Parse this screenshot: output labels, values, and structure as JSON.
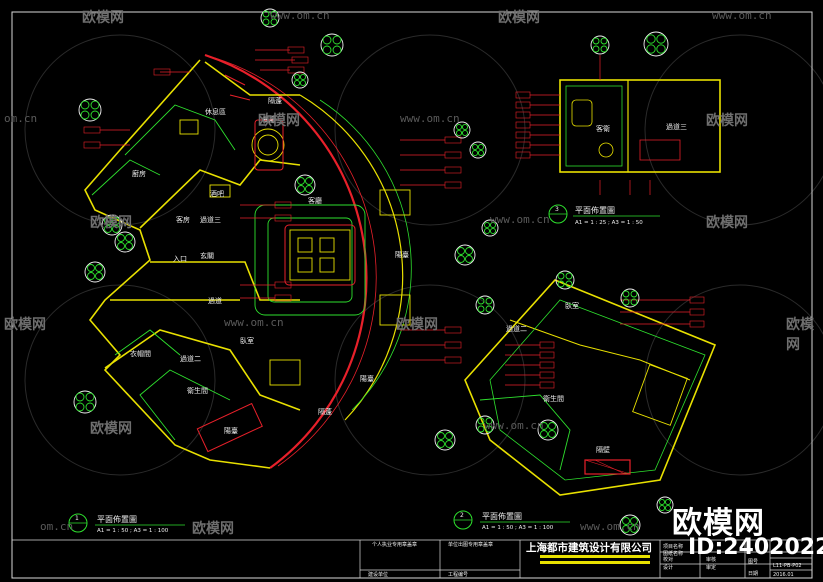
{
  "watermark": {
    "brand": "欧模网",
    "id": "ID:2402022",
    "url": "www.om.cn",
    "url_short": "om.cn"
  },
  "plans": [
    {
      "number": "1",
      "title": "平面佈置圖",
      "scale": "A1 = 1 : 50 ; A3 = 1 : 100"
    },
    {
      "number": "2",
      "title": "平面佈置圖",
      "scale": "A1 = 1 : 50 ; A3 = 1 : 100"
    },
    {
      "number": "3",
      "title": "平面佈置圖",
      "scale": "A1 = 1 : 25 ; A3 = 1 : 50"
    }
  ],
  "room_labels": {
    "study": "休息區",
    "garden": "隔蓬",
    "dining": "餐廳",
    "kitchen": "廚房",
    "bar": "酒吧",
    "living": "客廳",
    "guest": "客房",
    "corridor3_a": "過道三",
    "hall": "玄關",
    "entry": "入口",
    "corridor_a": "過道",
    "bedroom_a": "臥室",
    "closet": "衣帽間",
    "corridor2_a": "過道二",
    "bath_a": "衛生間",
    "balcony_a": "陽臺",
    "balcony_b": "陽臺",
    "balcony_c": "陽臺",
    "guest_wc": "客衛",
    "corridor3_b": "過道三",
    "bedroom_b": "臥室",
    "corridor2_b": "過道二",
    "bath_b": "衛生間",
    "partition": "隔壁"
  },
  "title_block": {
    "company": "上海都市建筑设计有限公司",
    "project_header_1": "个人执业专用章盖章",
    "project_header_2": "单位出图专用章盖章",
    "bottom_1": "建设单位",
    "bottom_2": "工程编号",
    "field_1": "项目名称",
    "field_2": "图纸名称",
    "field_3": "校对",
    "field_4": "设计",
    "field_5": "审核",
    "field_6": "审定",
    "drawing_no_label": "图号",
    "drawing_no": "L11-PB-P02",
    "date_label": "日期",
    "date": "2016.01"
  },
  "colors": {
    "background": "#000000",
    "wall_yellow": "#e8e000",
    "wall_green": "#2ee02e",
    "tag_red": "#e8202a",
    "text_white": "#f0f0f0",
    "symbol_cyan": "#00e0e0",
    "frame_white": "#d8d8d8"
  }
}
